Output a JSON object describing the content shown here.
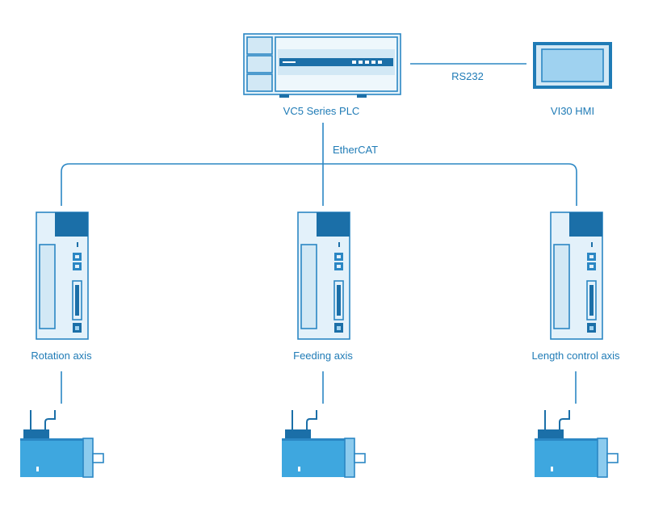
{
  "plc": {
    "label": "VC5 Series PLC"
  },
  "hmi": {
    "label": "VI30 HMI"
  },
  "links": {
    "serial": "RS232",
    "fieldbus": "EtherCAT"
  },
  "axes": [
    {
      "label": "Rotation axis"
    },
    {
      "label": "Feeding axis"
    },
    {
      "label": "Length control axis"
    }
  ],
  "colors": {
    "stroke": "#2b87c4",
    "dark": "#1b6fa8",
    "panel": "#e3f1fa",
    "motor": "#3ea7df",
    "text": "#1f7bb6"
  }
}
